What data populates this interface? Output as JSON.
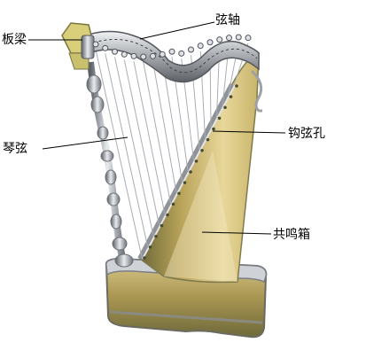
{
  "labels": {
    "neck": "板梁",
    "tuning_pegs": "弦轴",
    "strings": "琴弦",
    "string_holes": "钩弦孔",
    "soundbox": "共鸣箱"
  },
  "colors": {
    "soundbox_light": "#e8d79a",
    "soundbox_mid": "#b9a45a",
    "soundbox_dark": "#6e6a3a",
    "metal_light": "#e9ecef",
    "metal_dark": "#5c6066",
    "string": "#a9adb3",
    "leader_line": "#000000"
  }
}
